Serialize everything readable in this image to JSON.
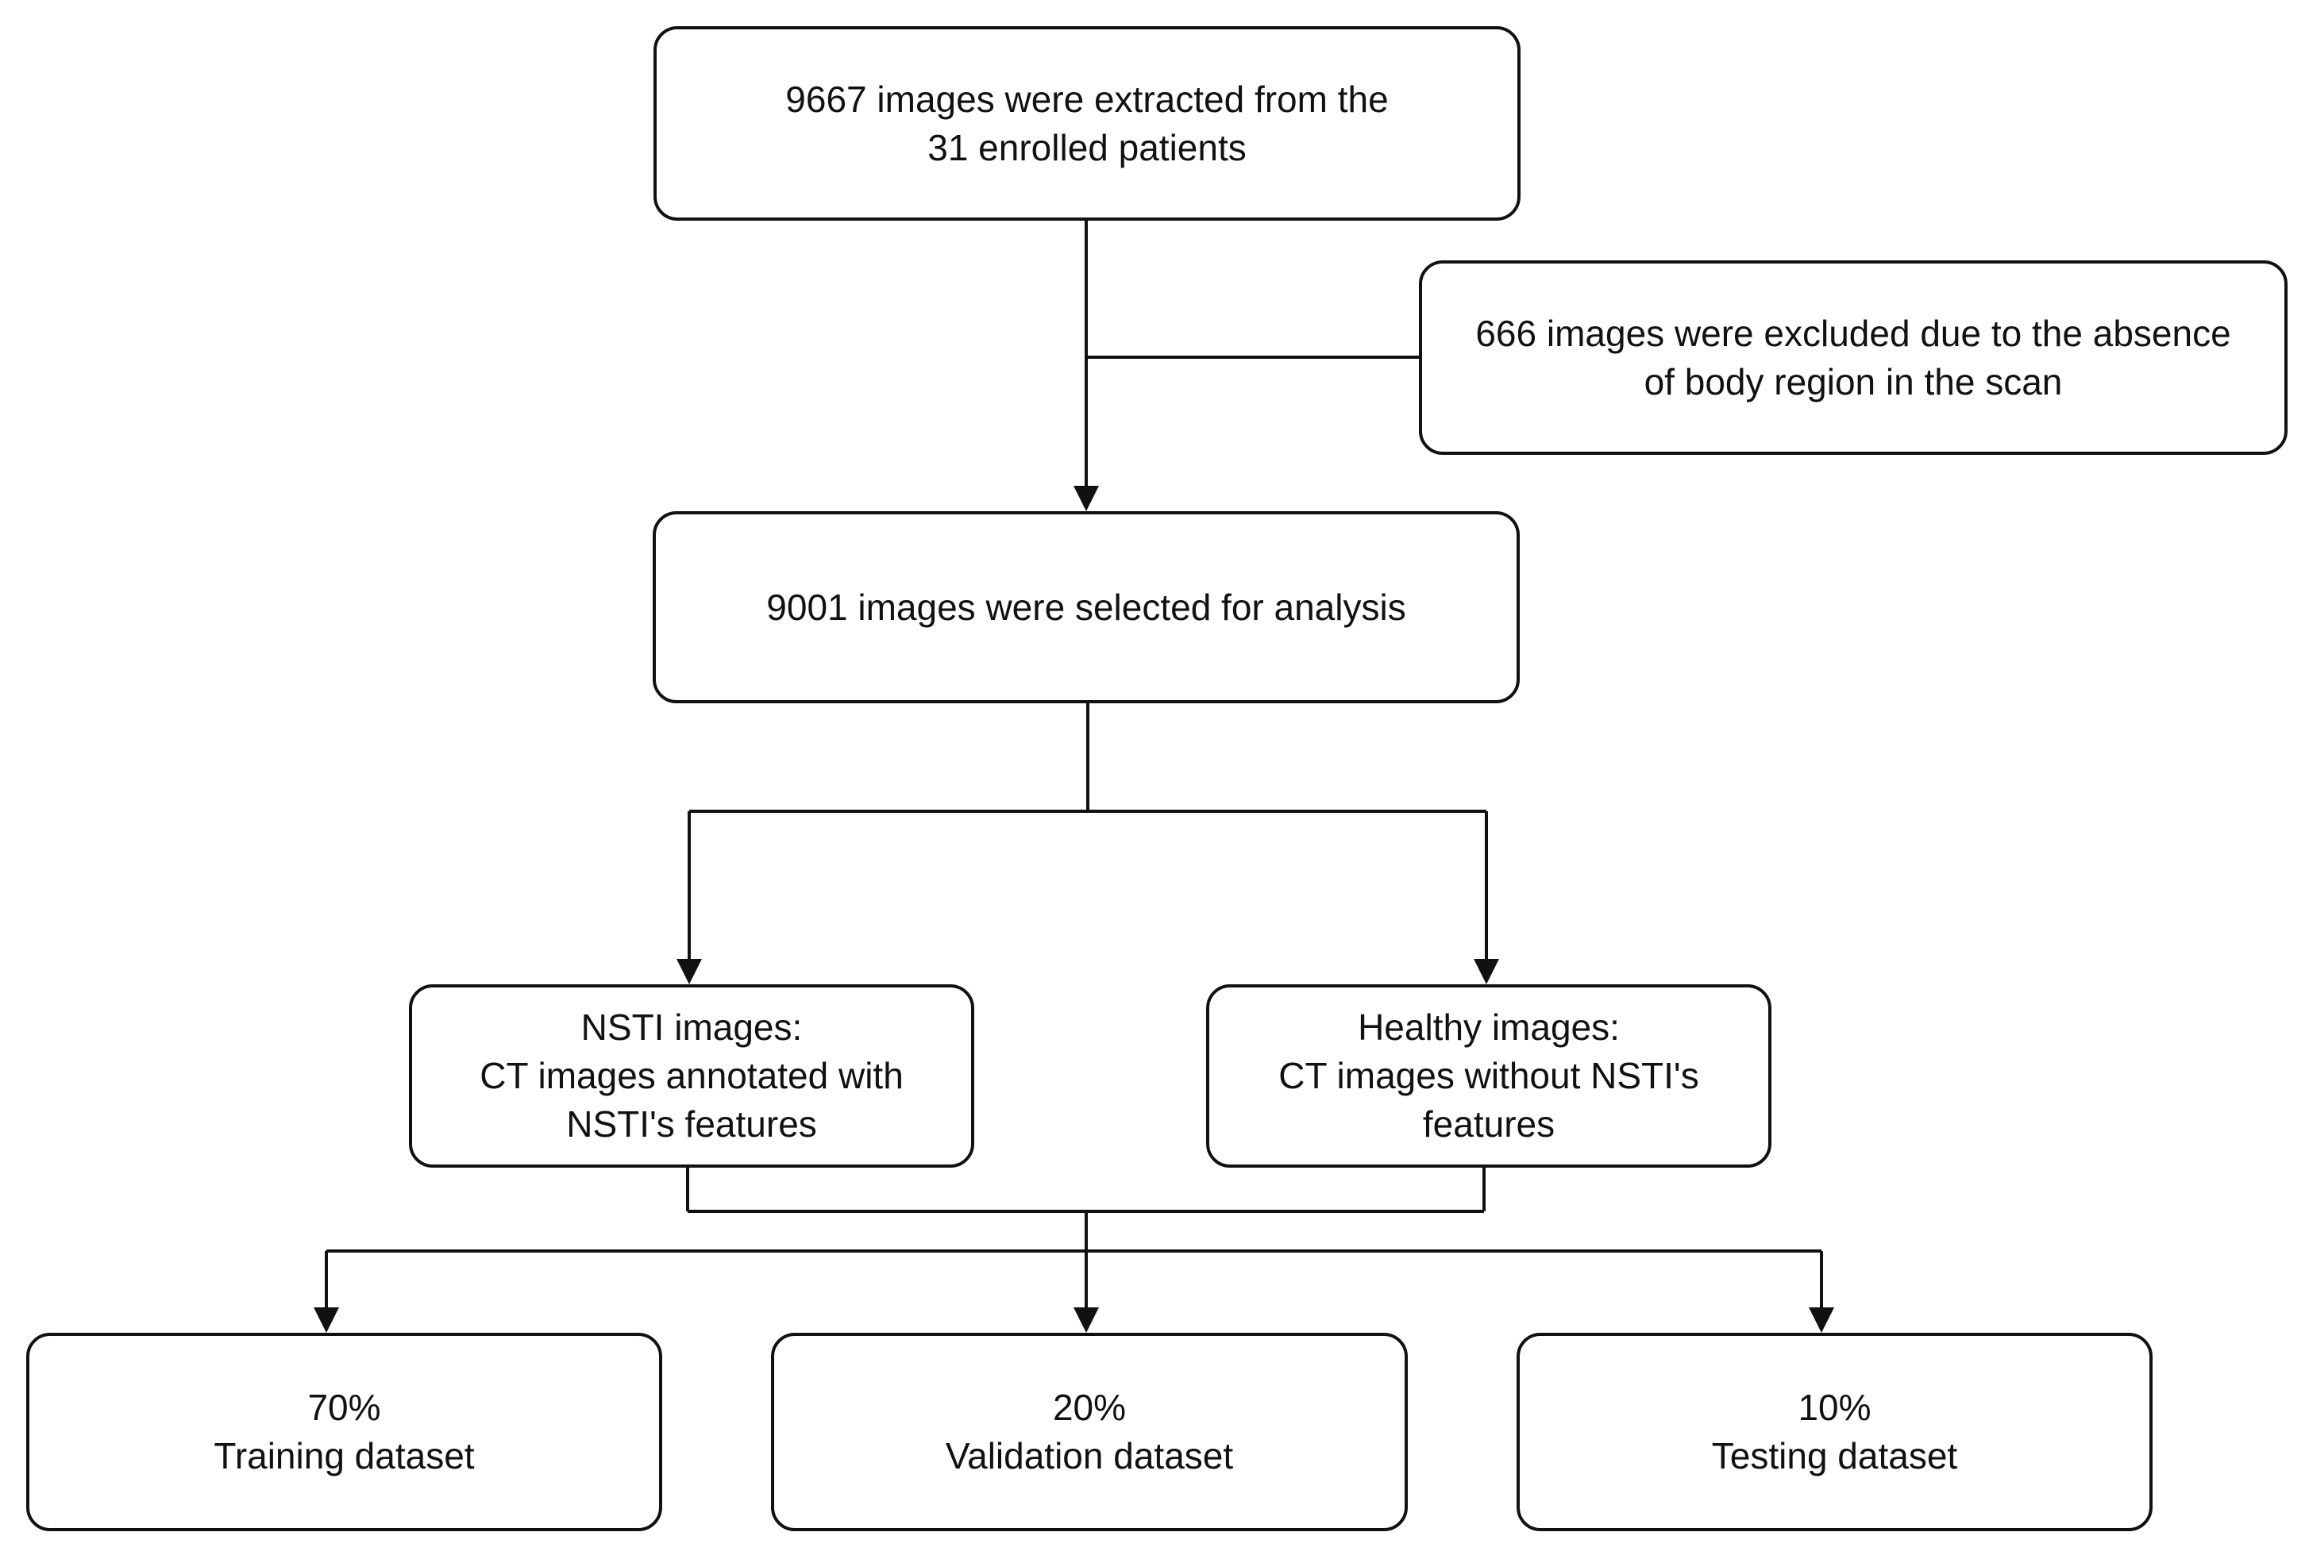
{
  "boxes": {
    "extracted": {
      "line1": "9667 images were extracted from the",
      "line2": "31 enrolled patients"
    },
    "excluded": {
      "line1": "666 images were excluded due to the absence",
      "line2": "of body region in the scan"
    },
    "selected": {
      "line1": "9001 images were selected for analysis"
    },
    "nsti": {
      "line1": "NSTI images:",
      "line2": "CT images annotated with",
      "line3": "NSTI's features"
    },
    "healthy": {
      "line1": "Healthy images:",
      "line2": "CT images without NSTI's",
      "line3": "features"
    },
    "training": {
      "line1": "70%",
      "line2": "Training dataset"
    },
    "validation": {
      "line1": "20%",
      "line2": "Validation dataset"
    },
    "testing": {
      "line1": "10%",
      "line2": "Testing dataset"
    }
  }
}
